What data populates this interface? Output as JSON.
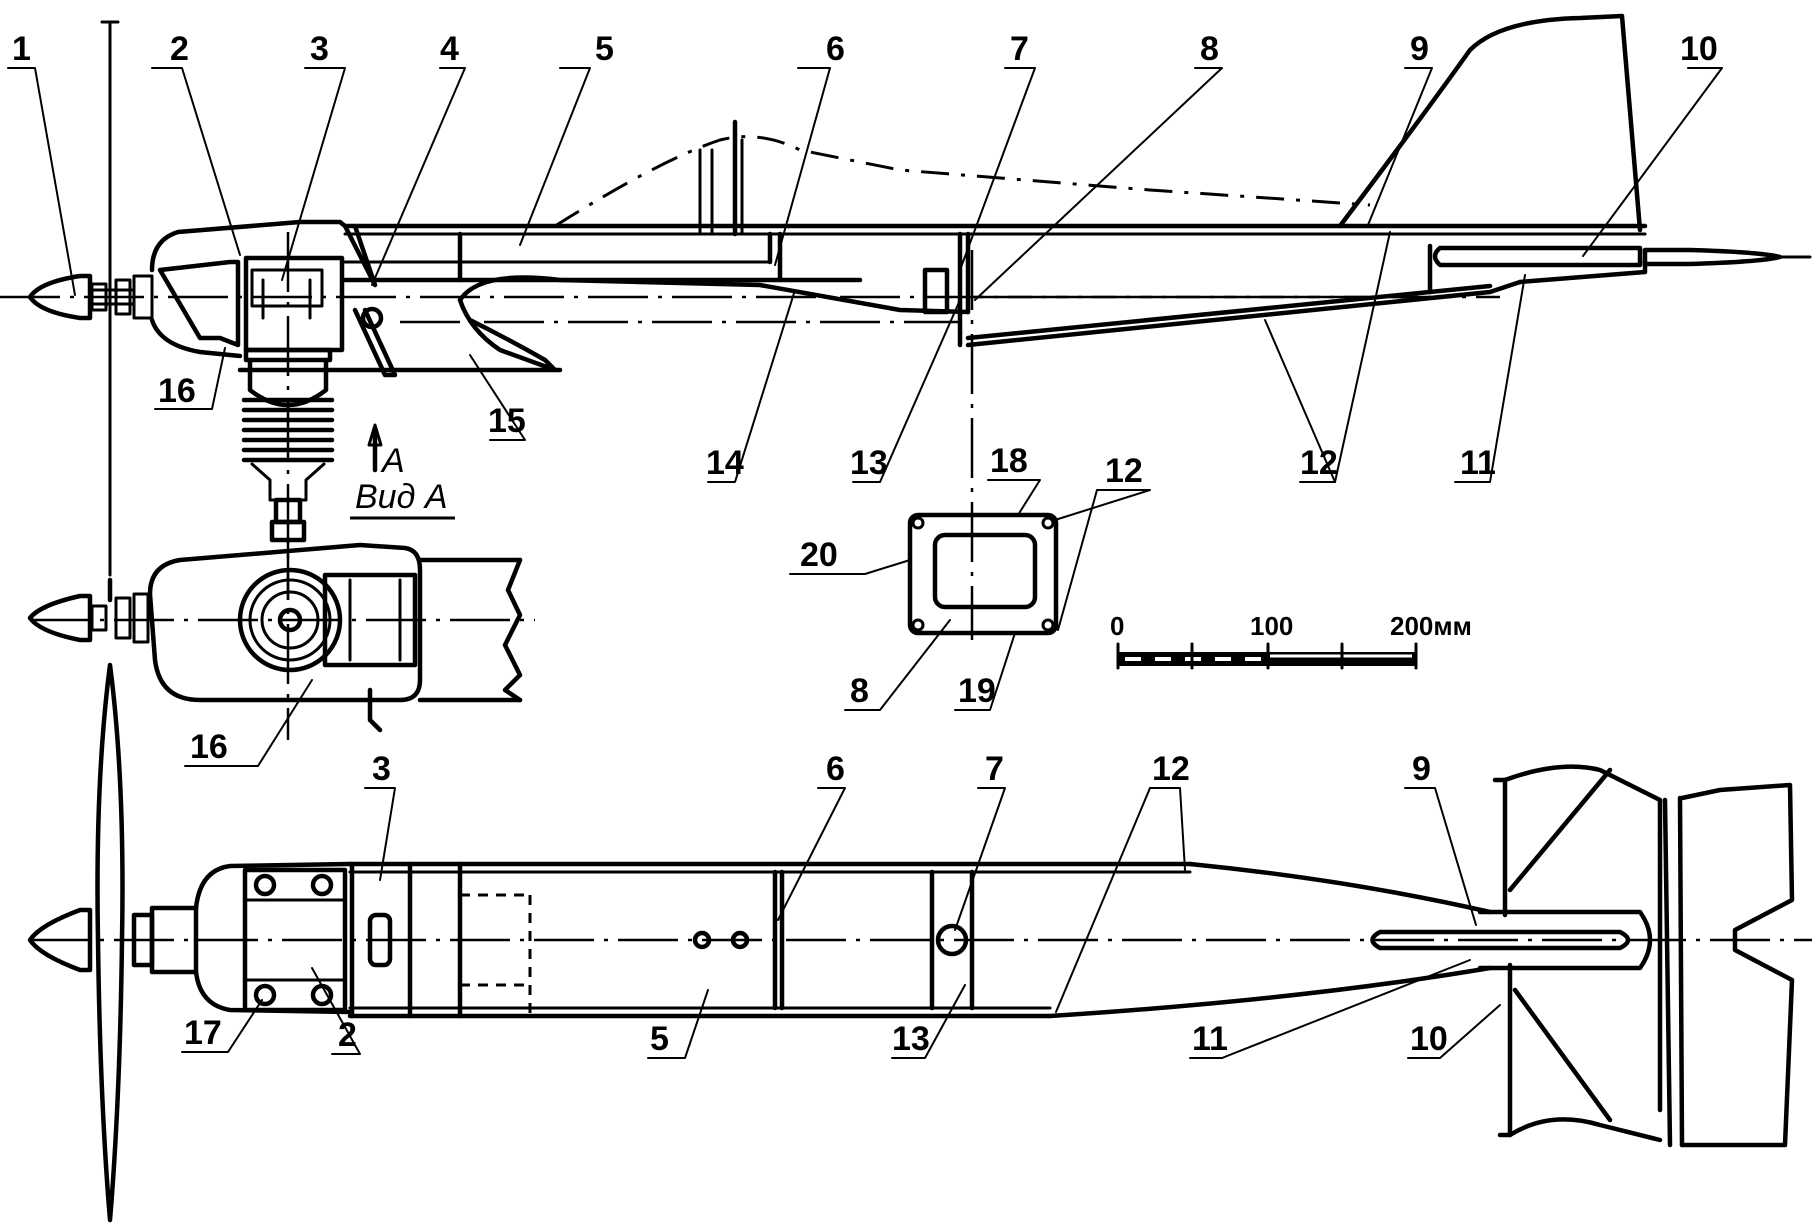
{
  "drawing": {
    "subject": "Model aircraft fuselage — side view, top view, cross-section, view A",
    "callouts_side_view": [
      "1",
      "2",
      "3",
      "4",
      "5",
      "6",
      "7",
      "8",
      "9",
      "10",
      "11",
      "12",
      "12",
      "13",
      "14",
      "15",
      "16"
    ],
    "callouts_view_a": [
      "16"
    ],
    "callouts_section": [
      "18",
      "12",
      "20",
      "8",
      "19"
    ],
    "callouts_top_view": [
      "3",
      "6",
      "7",
      "12",
      "9",
      "17",
      "2",
      "5",
      "13",
      "11",
      "10"
    ],
    "view_label": "Вид А",
    "arrow_label": "А"
  },
  "labels": {
    "l1": "1",
    "l2": "2",
    "l3": "3",
    "l4": "4",
    "l5": "5",
    "l6": "6",
    "l7": "7",
    "l8": "8",
    "l9": "9",
    "l10": "10",
    "l11": "11",
    "l12": "12",
    "l13": "13",
    "l14": "14",
    "l15": "15",
    "l16": "16",
    "l17": "17",
    "l18": "18",
    "l19": "19",
    "l20": "20"
  },
  "scale_bar": {
    "unit": "мм",
    "ticks": [
      "0",
      "100",
      "200мм"
    ],
    "range_mm": [
      0,
      200
    ]
  }
}
